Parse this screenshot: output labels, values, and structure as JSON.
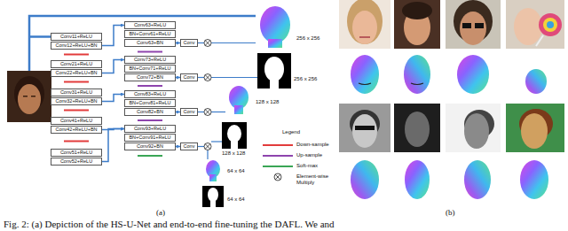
{
  "diagram": {
    "caption": "Fig. 2: (a) Depiction of the HS-U-Net and end-to-end fine-tuning the DAFL. We and",
    "nodes": [
      {
        "text": [
          "Conv11+ReLU"
        ]
      },
      {
        "text": [
          "Conv12+ReLU+BN"
        ]
      },
      {
        "text": [
          "Conv21+ReLU"
        ]
      },
      {
        "text": [
          "Conv22+ReLU+BN"
        ]
      },
      {
        "text": [
          "Conv31+ReLU"
        ]
      },
      {
        "text": [
          "Conv32+ReLU+BN"
        ]
      },
      {
        "text": [
          "Conv41+ReLU"
        ]
      },
      {
        "text": [
          "Conv42+ReLU+BN"
        ]
      },
      {
        "text": [
          "Conv51+ReLU"
        ]
      },
      {
        "text": [
          "Conv52+ReLU"
        ]
      },
      {
        "text": [
          "Conv63+ReLU"
        ]
      },
      {
        "text": [
          "BN+Conv61+ReLU"
        ]
      },
      {
        "text": [
          "Conv63+BN"
        ]
      },
      {
        "text": [
          "Conv73+ReLU"
        ]
      },
      {
        "text": [
          "BN+Conv71+ReLU"
        ]
      },
      {
        "text": [
          "Conv72+BN"
        ]
      },
      {
        "text": [
          "Conv83+ReLU"
        ]
      },
      {
        "text": [
          "BN+Conv81+ReLU"
        ]
      },
      {
        "text": [
          "Conv82+BN"
        ]
      },
      {
        "text": [
          "Conv93+ReLU"
        ]
      },
      {
        "text": [
          "BN+Conv91+ReLU"
        ]
      },
      {
        "text": [
          "Conv92+BN"
        ]
      },
      {
        "text": [
          "Conv"
        ]
      },
      {
        "text": [
          "Conv"
        ]
      },
      {
        "text": [
          "Conv"
        ]
      },
      {
        "text": [
          "Conv"
        ]
      }
    ],
    "edges": [
      {
        "from": 1,
        "to": 10,
        "arrow": "to"
      },
      {
        "from": 3,
        "to": 13,
        "arrow": "to"
      },
      {
        "from": 5,
        "to": 16,
        "arrow": "to"
      },
      {
        "from": 7,
        "to": 19,
        "arrow": "to"
      },
      {
        "from": 9,
        "to": 19,
        "arrow": "to"
      },
      {
        "from": 12,
        "to": 22,
        "arrow": "to"
      },
      {
        "from": 15,
        "to": 23,
        "arrow": "to"
      },
      {
        "from": 18,
        "to": 24,
        "arrow": "to"
      },
      {
        "from": 21,
        "to": 25,
        "arrow": "to"
      }
    ],
    "labels": [
      "256 x 256",
      "256 x 256",
      "128 x 128",
      "128 x 128",
      "64 x 64",
      "64 x 64",
      "Legend",
      "(a)",
      "(b)"
    ],
    "legend": [
      {
        "text": "Down-sample",
        "color": "#e23b3b"
      },
      {
        "text": "Up-sample",
        "color": "#8e44ad"
      },
      {
        "text": "Soft-max",
        "color": "#3aa655"
      },
      {
        "text": "Element-wise Multiply"
      }
    ]
  }
}
